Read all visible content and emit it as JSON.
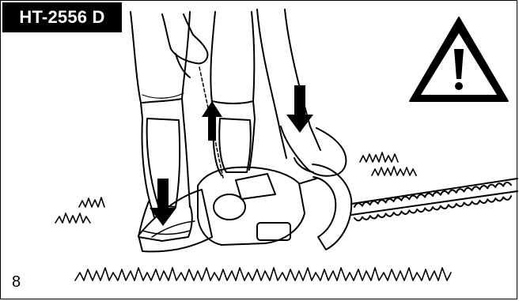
{
  "header": {
    "model_label": "HT-2556 D"
  },
  "footer": {
    "page_number": "8"
  },
  "illustration": {
    "subject": "hedge-trimmer-starting-procedure",
    "icons": [
      "warning-triangle-icon",
      "up-arrow-icon",
      "down-arrow-icon"
    ]
  },
  "colors": {
    "ink": "#000000",
    "background": "#ffffff",
    "tag_background": "#000000",
    "tag_text": "#ffffff"
  }
}
